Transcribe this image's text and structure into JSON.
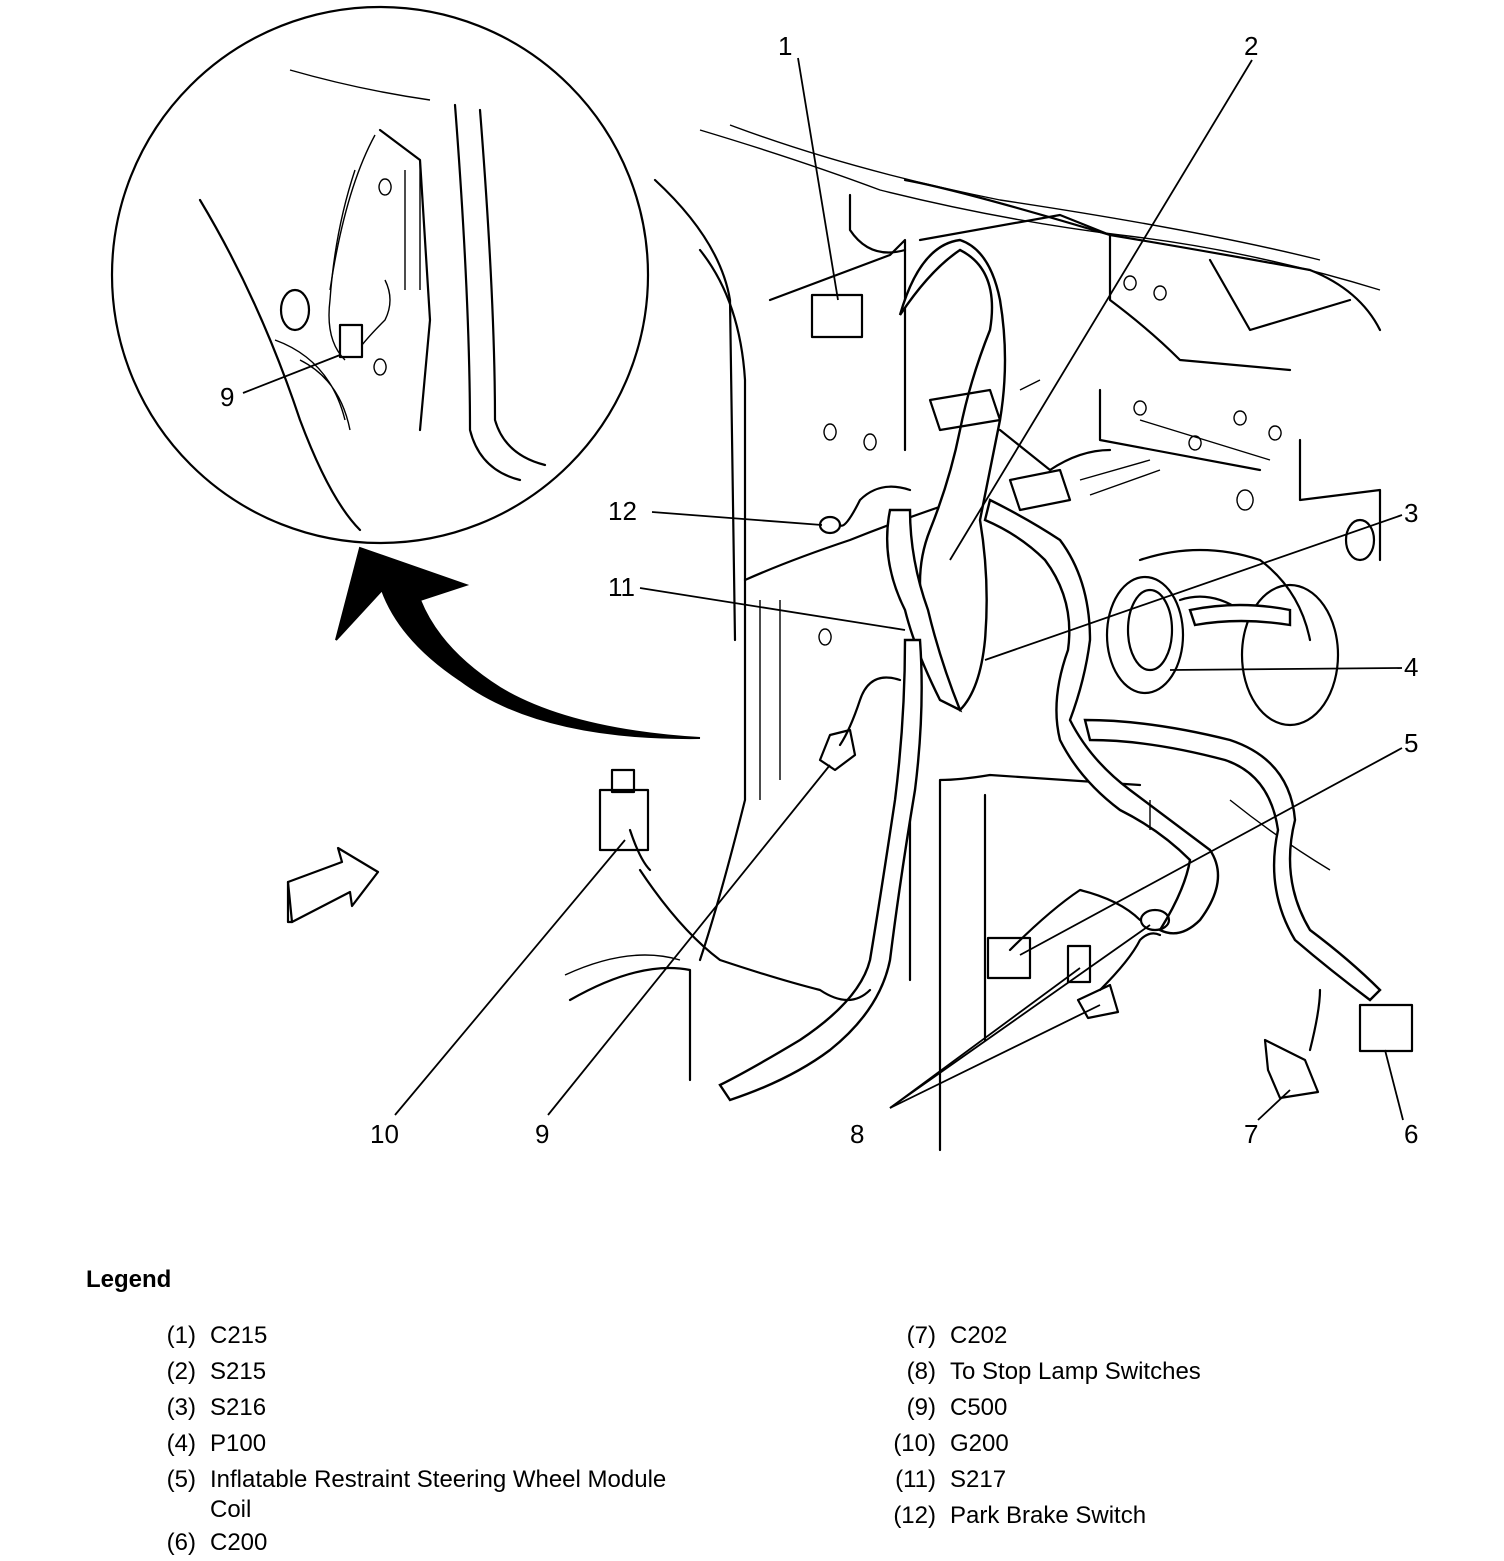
{
  "diagram": {
    "callouts": [
      {
        "id": "1",
        "label": "1"
      },
      {
        "id": "2",
        "label": "2"
      },
      {
        "id": "3",
        "label": "3"
      },
      {
        "id": "4",
        "label": "4"
      },
      {
        "id": "5",
        "label": "5"
      },
      {
        "id": "6",
        "label": "6"
      },
      {
        "id": "7",
        "label": "7"
      },
      {
        "id": "8",
        "label": "8"
      },
      {
        "id": "9",
        "label": "9"
      },
      {
        "id": "9-detail",
        "label": "9"
      },
      {
        "id": "10",
        "label": "10"
      },
      {
        "id": "11",
        "label": "11"
      },
      {
        "id": "12",
        "label": "12"
      }
    ]
  },
  "legend": {
    "title": "Legend",
    "left": [
      {
        "num": "(1)",
        "label": "C215"
      },
      {
        "num": "(2)",
        "label": "S215"
      },
      {
        "num": "(3)",
        "label": "S216"
      },
      {
        "num": "(4)",
        "label": "P100"
      },
      {
        "num": "(5)",
        "label": "Inflatable Restraint Steering Wheel Module Coil"
      },
      {
        "num": "(6)",
        "label": "C200"
      }
    ],
    "right": [
      {
        "num": "(7)",
        "label": "C202"
      },
      {
        "num": "(8)",
        "label": "To Stop Lamp Switches"
      },
      {
        "num": "(9)",
        "label": "C500"
      },
      {
        "num": "(10)",
        "label": "G200"
      },
      {
        "num": "(11)",
        "label": "S217"
      },
      {
        "num": "(12)",
        "label": "Park Brake Switch"
      }
    ]
  }
}
